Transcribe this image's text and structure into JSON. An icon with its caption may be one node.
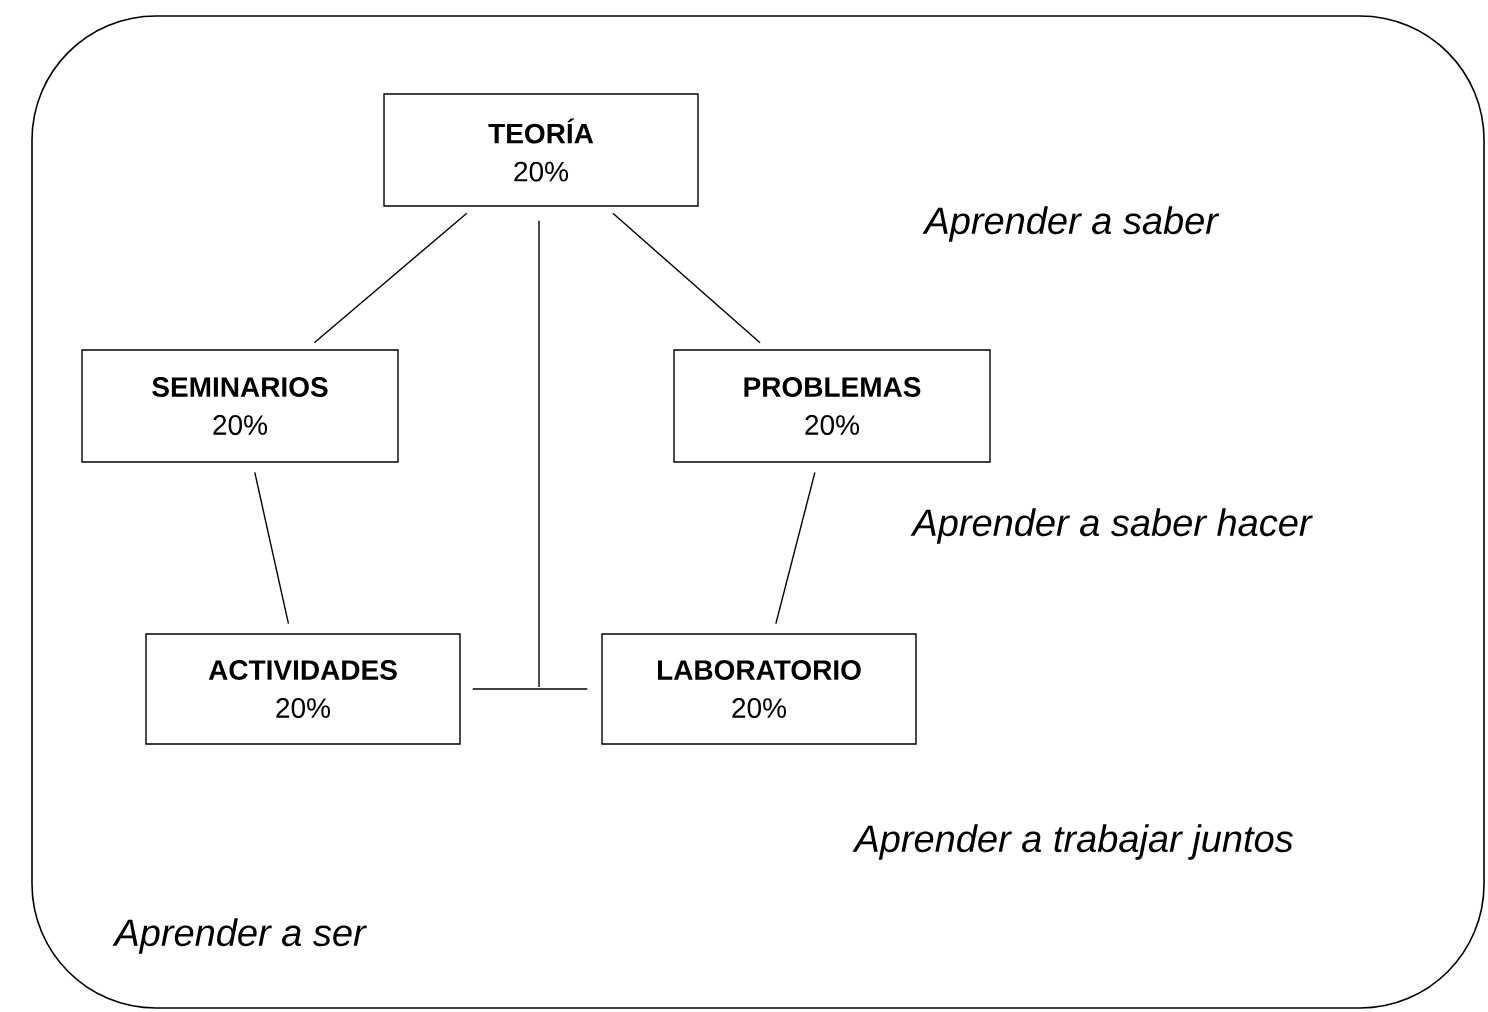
{
  "diagram": {
    "nodes": [
      {
        "text": [
          "TEORÍA",
          "20%"
        ]
      },
      {
        "text": [
          "SEMINARIOS",
          "20%"
        ]
      },
      {
        "text": [
          "PROBLEMAS",
          "20%"
        ]
      },
      {
        "text": [
          "ACTIVIDADES",
          "20%"
        ]
      },
      {
        "text": [
          "LABORATORIO",
          "20%"
        ]
      }
    ],
    "edges": [
      {
        "from": 0,
        "to": 1,
        "arrow": "none"
      },
      {
        "from": 0,
        "to": 2,
        "arrow": "none"
      },
      {
        "from": 1,
        "to": 3,
        "arrow": "none"
      },
      {
        "from": 2,
        "to": 4,
        "arrow": "none"
      },
      {
        "from": 0,
        "to": 3,
        "arrow": "none"
      },
      {
        "from": 0,
        "to": 4,
        "arrow": "none"
      }
    ],
    "labels": [
      "Aprender a saber",
      "Aprender a saber hacer",
      "Aprender a trabajar juntos",
      "Aprender a ser"
    ]
  }
}
